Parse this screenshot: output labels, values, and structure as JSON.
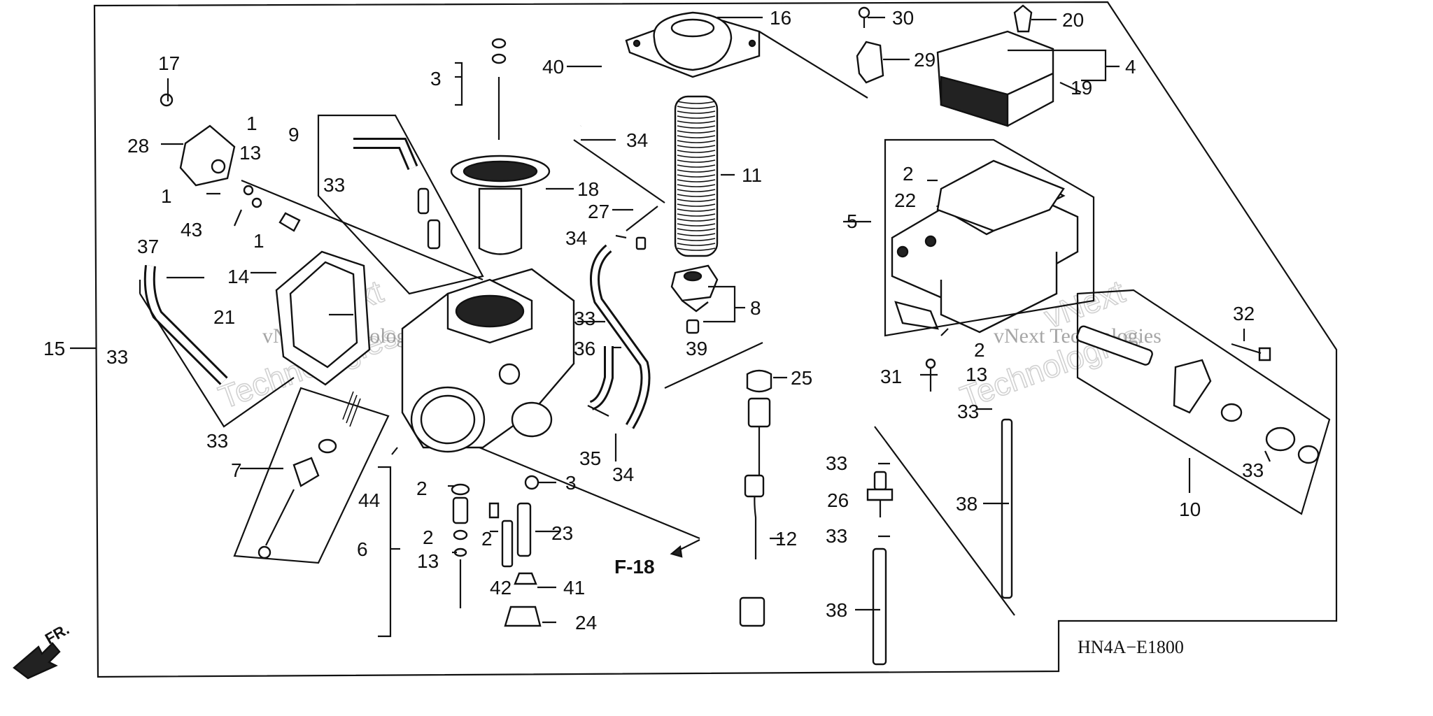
{
  "diagram": {
    "code": "HN4A−E1800",
    "ref_label": "F-18",
    "front_label": "FR.",
    "watermarks": [
      "vNext Technologies",
      "vNext",
      "Technologies"
    ]
  },
  "callouts": [
    {
      "id": "c17",
      "text": "17"
    },
    {
      "id": "c28",
      "text": "28"
    },
    {
      "id": "c1a",
      "text": "1"
    },
    {
      "id": "c13a",
      "text": "13"
    },
    {
      "id": "c1b",
      "text": "1"
    },
    {
      "id": "c43",
      "text": "43"
    },
    {
      "id": "c1c",
      "text": "1"
    },
    {
      "id": "c9",
      "text": "9"
    },
    {
      "id": "c33a",
      "text": "33"
    },
    {
      "id": "c3a",
      "text": "3"
    },
    {
      "id": "c40",
      "text": "40"
    },
    {
      "id": "c34a",
      "text": "34"
    },
    {
      "id": "c18",
      "text": "18"
    },
    {
      "id": "c16",
      "text": "16"
    },
    {
      "id": "c11",
      "text": "11"
    },
    {
      "id": "c27",
      "text": "27"
    },
    {
      "id": "c34b",
      "text": "34"
    },
    {
      "id": "c8",
      "text": "8"
    },
    {
      "id": "c30",
      "text": "30"
    },
    {
      "id": "c29",
      "text": "29"
    },
    {
      "id": "c20",
      "text": "20"
    },
    {
      "id": "c4",
      "text": "4"
    },
    {
      "id": "c19",
      "text": "19"
    },
    {
      "id": "c2a",
      "text": "2"
    },
    {
      "id": "c22",
      "text": "22"
    },
    {
      "id": "c5",
      "text": "5"
    },
    {
      "id": "c37",
      "text": "37"
    },
    {
      "id": "c14",
      "text": "14"
    },
    {
      "id": "c21",
      "text": "21"
    },
    {
      "id": "c15",
      "text": "15"
    },
    {
      "id": "c33b",
      "text": "33"
    },
    {
      "id": "c33c",
      "text": "33"
    },
    {
      "id": "c7",
      "text": "7"
    },
    {
      "id": "c33d",
      "text": "33"
    },
    {
      "id": "c36",
      "text": "36"
    },
    {
      "id": "c39",
      "text": "39"
    },
    {
      "id": "c35",
      "text": "35"
    },
    {
      "id": "c34c",
      "text": "34"
    },
    {
      "id": "c25",
      "text": "25"
    },
    {
      "id": "c2b",
      "text": "2"
    },
    {
      "id": "c13b",
      "text": "13"
    },
    {
      "id": "c31",
      "text": "31"
    },
    {
      "id": "c33e",
      "text": "33"
    },
    {
      "id": "c32",
      "text": "32"
    },
    {
      "id": "c33f",
      "text": "33"
    },
    {
      "id": "c10",
      "text": "10"
    },
    {
      "id": "c44",
      "text": "44"
    },
    {
      "id": "c2c",
      "text": "2"
    },
    {
      "id": "c3b",
      "text": "3"
    },
    {
      "id": "c6",
      "text": "6"
    },
    {
      "id": "c2d",
      "text": "2"
    },
    {
      "id": "c13c",
      "text": "13"
    },
    {
      "id": "c2e",
      "text": "2"
    },
    {
      "id": "c23",
      "text": "23"
    },
    {
      "id": "c42",
      "text": "42"
    },
    {
      "id": "c41",
      "text": "41"
    },
    {
      "id": "c24",
      "text": "24"
    },
    {
      "id": "c12",
      "text": "12"
    },
    {
      "id": "c33g",
      "text": "33"
    },
    {
      "id": "c26",
      "text": "26"
    },
    {
      "id": "c33h",
      "text": "33"
    },
    {
      "id": "c38a",
      "text": "38"
    },
    {
      "id": "c38b",
      "text": "38"
    }
  ]
}
